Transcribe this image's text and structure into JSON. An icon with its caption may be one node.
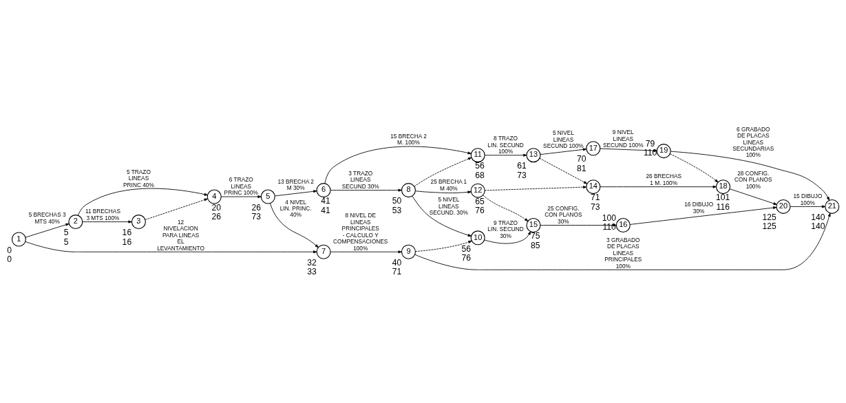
{
  "diagram": {
    "nodes": [
      {
        "text": [
          "1"
        ],
        "beside": [
          "0",
          "0"
        ]
      },
      {
        "text": [
          "2"
        ],
        "beside": [
          "5",
          "5"
        ]
      },
      {
        "text": [
          "3"
        ],
        "beside": [
          "16",
          "16"
        ]
      },
      {
        "text": [
          "4"
        ],
        "beside": [
          "20",
          "26"
        ]
      },
      {
        "text": [
          "5"
        ],
        "beside": [
          "26",
          "73"
        ]
      },
      {
        "text": [
          "6"
        ],
        "beside": [
          "41",
          "41"
        ]
      },
      {
        "text": [
          "7"
        ],
        "beside": [
          "32",
          "33"
        ]
      },
      {
        "text": [
          "8"
        ],
        "beside": [
          "50",
          "53"
        ]
      },
      {
        "text": [
          "9"
        ],
        "beside": [
          "40",
          "71"
        ]
      },
      {
        "text": [
          "10"
        ],
        "beside": [
          "56",
          "76"
        ]
      },
      {
        "text": [
          "11"
        ],
        "beside": [
          "56",
          "68"
        ]
      },
      {
        "text": [
          "12"
        ],
        "beside": [
          "65",
          "76"
        ]
      },
      {
        "text": [
          "13"
        ],
        "beside": [
          "61",
          "73"
        ]
      },
      {
        "text": [
          "14"
        ],
        "beside": [
          "71",
          "73"
        ]
      },
      {
        "text": [
          "15"
        ],
        "beside": [
          "75",
          "85"
        ]
      },
      {
        "text": [
          "16"
        ],
        "beside": [
          "100",
          "110"
        ]
      },
      {
        "text": [
          "17"
        ],
        "beside": [
          "70",
          "81"
        ]
      },
      {
        "text": [
          "18"
        ],
        "beside": [
          "101",
          "116"
        ]
      },
      {
        "text": [
          "19"
        ],
        "beside": [
          "79",
          "110"
        ]
      },
      {
        "text": [
          "20"
        ],
        "beside": [
          "125",
          "125"
        ]
      },
      {
        "text": [
          "21"
        ],
        "beside": [
          "140",
          "140"
        ]
      }
    ],
    "edges": [
      {
        "from": 0,
        "to": 6,
        "arrow": "to",
        "label": "12 NIVELACION PARA LINEAS EL LEVANTAMIENTO"
      },
      {
        "from": 0,
        "to": 1,
        "arrow": "to",
        "label": "5 BRECHAS 3 MTS 40%"
      },
      {
        "from": 1,
        "to": 2,
        "arrow": "to",
        "label": "11 BRECHAS 3 MTS 100%"
      },
      {
        "from": 1,
        "to": 3,
        "arrow": "to",
        "label": "5 TRAZO LINEAS PRINC 40%"
      },
      {
        "from": 2,
        "to": 3,
        "arrow": "to",
        "style": "dashed"
      },
      {
        "from": 3,
        "to": 4,
        "arrow": "to",
        "label": "6 TRAZO LINEAS PRINC 100%"
      },
      {
        "from": 4,
        "to": 6,
        "arrow": "to",
        "label": "4 NIVEL LIN. PRINC. 40%"
      },
      {
        "from": 4,
        "to": 5,
        "arrow": "to",
        "label": "13 BRECHA 2 M 30%"
      },
      {
        "from": 6,
        "to": 8,
        "arrow": "to",
        "label": "8 NIVEL DE LINEAS PRINCIPALES - CALCULO Y COMPENSACIONES 100%"
      },
      {
        "from": 8,
        "to": 20,
        "arrow": "to",
        "label": "3 GRABADO DE PLACAS LINEAS PRINCIPALES 100%"
      },
      {
        "from": 8,
        "to": 9,
        "arrow": "to",
        "style": "dashed"
      },
      {
        "from": 5,
        "to": 7,
        "arrow": "to",
        "label": "3 TRAZO LINEAS SECUND 30%"
      },
      {
        "from": 5,
        "to": 10,
        "arrow": "to",
        "label": "15 BRECHA 2 M. 100%"
      },
      {
        "from": 7,
        "to": 9,
        "arrow": "to",
        "label": "5 NIVEL LINEAS SECUND. 30%"
      },
      {
        "from": 7,
        "to": 10,
        "arrow": "to",
        "style": "dashed"
      },
      {
        "from": 7,
        "to": 11,
        "arrow": "to",
        "label": "25 BRECHA 1 M 40%"
      },
      {
        "from": 9,
        "to": 14,
        "arrow": "to",
        "label": "9 TRAZO LIN. SECUND 30%"
      },
      {
        "from": 11,
        "to": 14,
        "arrow": "to",
        "style": "dashed"
      },
      {
        "from": 11,
        "to": 13,
        "arrow": "to",
        "style": "dashed"
      },
      {
        "from": 12,
        "to": 13,
        "arrow": "to",
        "style": "dashed"
      },
      {
        "from": 10,
        "to": 12,
        "arrow": "to",
        "label": "8 TRAZO LIN. SECUND 100%"
      },
      {
        "from": 12,
        "to": 16,
        "arrow": "to",
        "label": "5 NIVEL LINEAS SECUND 100%"
      },
      {
        "from": 13,
        "to": 17,
        "arrow": "to",
        "label": "26 BRECHAS 1 M. 100%"
      },
      {
        "from": 14,
        "to": 15,
        "arrow": "to",
        "label": "25 CONFIG. CON PLANOS 30%"
      },
      {
        "from": 15,
        "to": 19,
        "arrow": "to",
        "label": "16 DIBUJO 30%"
      },
      {
        "from": 17,
        "to": 19,
        "arrow": "to",
        "label": "28 CONFIG. CON PLANOS 100%"
      },
      {
        "from": 19,
        "to": 20,
        "arrow": "to",
        "label": "15 DIBUJO 100%"
      },
      {
        "from": 16,
        "to": 18,
        "arrow": "to",
        "label": "9 NIVEL LINEAS SECUND 100%"
      },
      {
        "from": 18,
        "to": 17,
        "arrow": "to",
        "style": "dashed"
      },
      {
        "from": 18,
        "to": 20,
        "arrow": "to",
        "label": "6 GRABADO DE PLACAS LINEAS SECUNDARIAS 100%"
      }
    ]
  }
}
